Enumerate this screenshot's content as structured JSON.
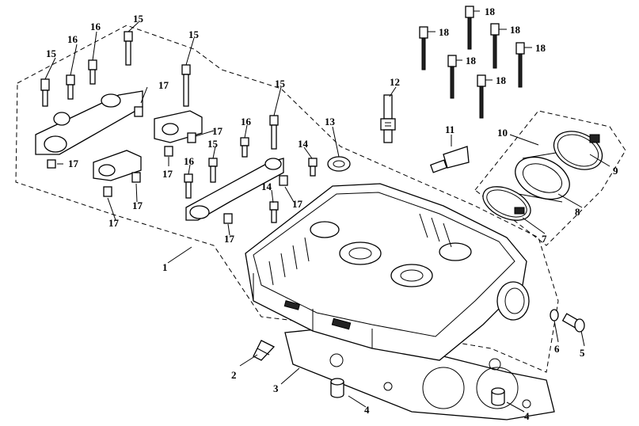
{
  "callouts": [
    {
      "id": "c1",
      "text": "1"
    },
    {
      "id": "c2",
      "text": "2"
    },
    {
      "id": "c3",
      "text": "3"
    },
    {
      "id": "c4a",
      "text": "4"
    },
    {
      "id": "c4b",
      "text": "4"
    },
    {
      "id": "c5",
      "text": "5"
    },
    {
      "id": "c6",
      "text": "6"
    },
    {
      "id": "c7",
      "text": "7"
    },
    {
      "id": "c8",
      "text": "8"
    },
    {
      "id": "c9",
      "text": "9"
    },
    {
      "id": "c10",
      "text": "10"
    },
    {
      "id": "c11",
      "text": "11"
    },
    {
      "id": "c12",
      "text": "12"
    },
    {
      "id": "c13",
      "text": "13"
    },
    {
      "id": "c14a",
      "text": "14"
    },
    {
      "id": "c14b",
      "text": "14"
    },
    {
      "id": "c15a",
      "text": "15"
    },
    {
      "id": "c15b",
      "text": "15"
    },
    {
      "id": "c15c",
      "text": "15"
    },
    {
      "id": "c15d",
      "text": "15"
    },
    {
      "id": "c15e",
      "text": "15"
    },
    {
      "id": "c16a",
      "text": "16"
    },
    {
      "id": "c16b",
      "text": "16"
    },
    {
      "id": "c16c",
      "text": "16"
    },
    {
      "id": "c16d",
      "text": "16"
    },
    {
      "id": "c17a",
      "text": "17"
    },
    {
      "id": "c17b",
      "text": "17"
    },
    {
      "id": "c17c",
      "text": "17"
    },
    {
      "id": "c17d",
      "text": "17"
    },
    {
      "id": "c17e",
      "text": "17"
    },
    {
      "id": "c17f",
      "text": "17"
    },
    {
      "id": "c17g",
      "text": "17"
    },
    {
      "id": "c17h",
      "text": "17"
    },
    {
      "id": "c18a",
      "text": "18"
    },
    {
      "id": "c18b",
      "text": "18"
    },
    {
      "id": "c18c",
      "text": "18"
    },
    {
      "id": "c18d",
      "text": "18"
    },
    {
      "id": "c18e",
      "text": "18"
    },
    {
      "id": "c18f",
      "text": "18"
    }
  ]
}
